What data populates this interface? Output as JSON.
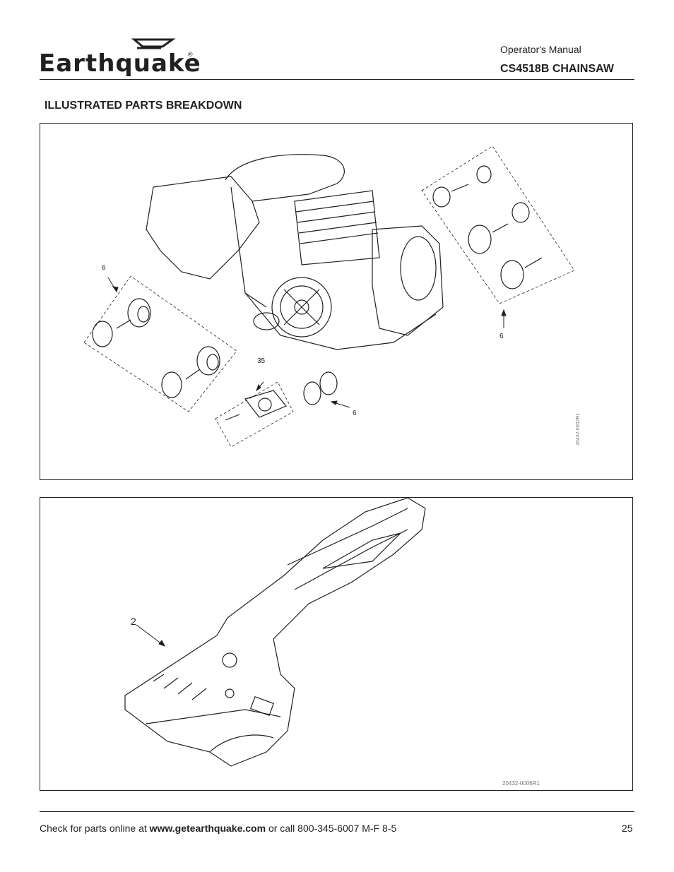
{
  "header": {
    "brand": "Earthquake",
    "subtitle": "Operator's Manual",
    "model": "CS4518B CHAINSAW"
  },
  "section_title": "ILLUSTRATED PARTS BREAKDOWN",
  "figure1": {
    "callouts": [
      "6",
      "35",
      "6",
      "6"
    ],
    "drawing_id": "20432-0002R1"
  },
  "figure2": {
    "callouts": [
      "2"
    ],
    "drawing_id": "20432-0006R1"
  },
  "footer": {
    "text_before": "Check for parts online at ",
    "url": "www.getearthquake.com",
    "text_after": " or call 800-345-6007 M-F 8-5",
    "page": "25"
  }
}
